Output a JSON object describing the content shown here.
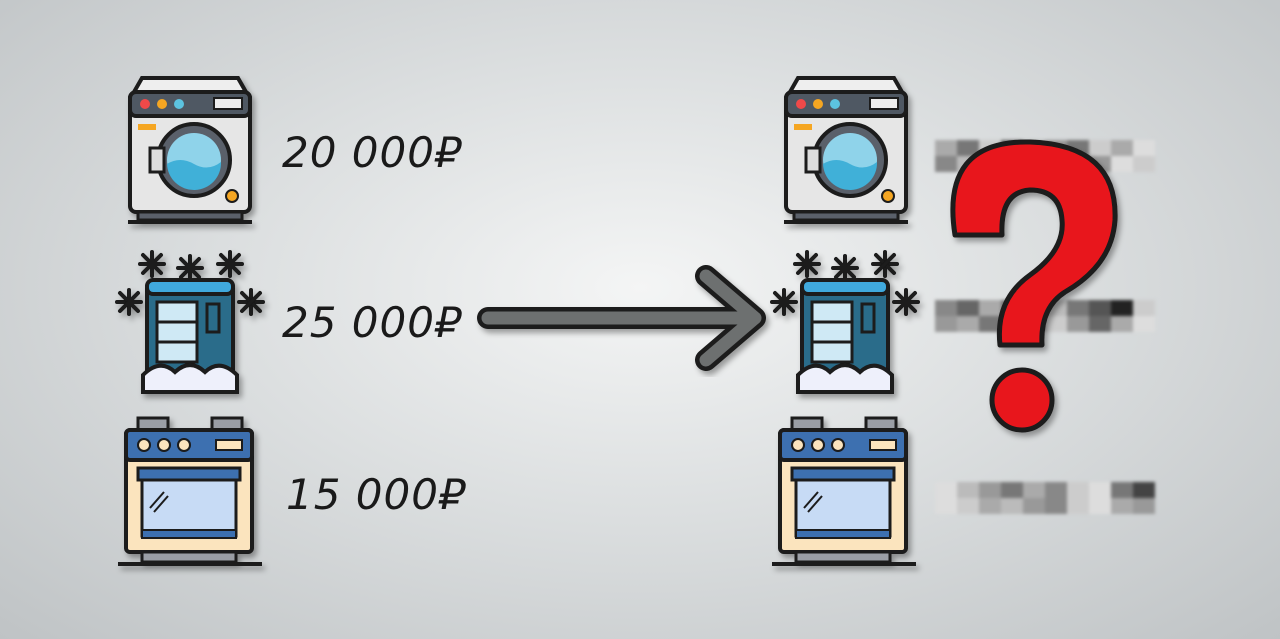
{
  "before": {
    "items": [
      {
        "name": "washing-machine",
        "price": "20 000₽"
      },
      {
        "name": "freezer",
        "price": "25 000₽"
      },
      {
        "name": "oven",
        "price": "15 000₽"
      }
    ]
  },
  "after": {
    "prices_hidden": true,
    "symbol": "?"
  },
  "colors": {
    "question": "#e8141c",
    "arrow": "#6d6f70",
    "washer_door": "#8fd3ea",
    "freezer": "#2b6c8a",
    "oven_body": "#fbe4be",
    "oven_top": "#3d6fb0"
  }
}
